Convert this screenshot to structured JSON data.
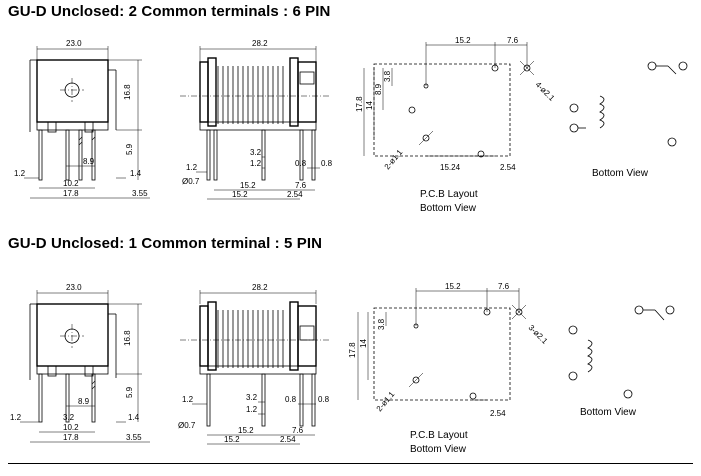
{
  "sections": [
    {
      "title": "GU-D Unclosed: 2 Common terminals : 6 PIN",
      "front": {
        "width": "23.0",
        "height": "16.8",
        "pin_len": "5.9",
        "d1": "1.2",
        "d2": "8.9",
        "d3": "10.2",
        "d4": "17.8",
        "d5": "1.4",
        "d6": "3.55"
      },
      "side": {
        "width": "28.2",
        "d1": "1.2",
        "d2": "Ø0.7",
        "d3": "3.2",
        "d4": "1.2",
        "d5": "0.8",
        "d6": "0.8",
        "d7": "15.2",
        "d8": "7.6",
        "d9": "15.2",
        "d10": "2.54"
      },
      "pcb": {
        "d1": "15.2",
        "d2": "7.6",
        "d3": "3.8",
        "d4": "8.9",
        "d5": "14",
        "d6": "17.8",
        "d7": "4-ø2.1",
        "d8": "2-ø1.1",
        "d9": "15.24",
        "d10": "2.54",
        "caption1": "P.C.B Layout",
        "caption2": "Bottom View"
      },
      "schematic": {
        "caption": "Bottom View"
      }
    },
    {
      "title": "GU-D Unclosed: 1 Common terminal : 5 PIN",
      "front": {
        "width": "23.0",
        "height": "16.8",
        "pin_len": "5.9",
        "d1": "1.2",
        "d2": "3.2",
        "d3": "8.9",
        "d4": "10.2",
        "d5": "17.8",
        "d6": "1.4",
        "d7": "3.55"
      },
      "side": {
        "width": "28.2",
        "d1": "1.2",
        "d2": "3.2",
        "d3": "1.2",
        "d4": "0.8",
        "d5": "0.8",
        "d6": "Ø0.7",
        "d7": "15.2",
        "d8": "7.6",
        "d9": "15.2",
        "d10": "2.54"
      },
      "pcb": {
        "d1": "15.2",
        "d2": "7.6",
        "d3": "3.8",
        "d4": "14",
        "d5": "17.8",
        "d6": "3-ø2.1",
        "d7": "2-ø1.1",
        "d8": "2.54",
        "caption1": "P.C.B Layout",
        "caption2": "Bottom View"
      },
      "schematic": {
        "caption": "Bottom View"
      }
    }
  ]
}
